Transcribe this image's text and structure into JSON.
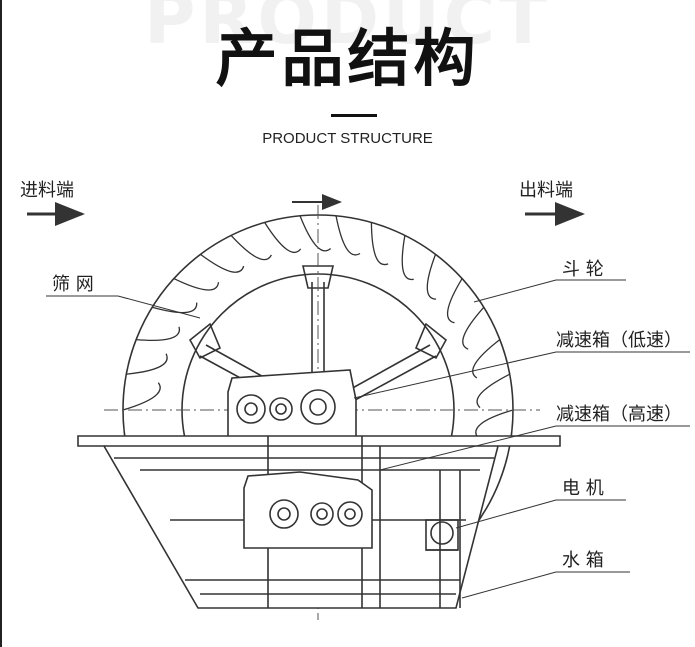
{
  "header": {
    "watermark": "PRODUCT",
    "title": "产品结构",
    "subtitle": "PRODUCT STRUCTURE"
  },
  "diagram": {
    "inlet_label": "进料端",
    "outlet_label": "出料端",
    "callouts": {
      "screen": "筛  网",
      "bucket_wheel": "斗  轮",
      "reducer_low": "减速箱（低速）",
      "reducer_high": "减速箱（高速）",
      "motor": "电    机",
      "water_tank": "水  箱"
    }
  },
  "colors": {
    "line": "#222222",
    "background": "#ffffff"
  }
}
